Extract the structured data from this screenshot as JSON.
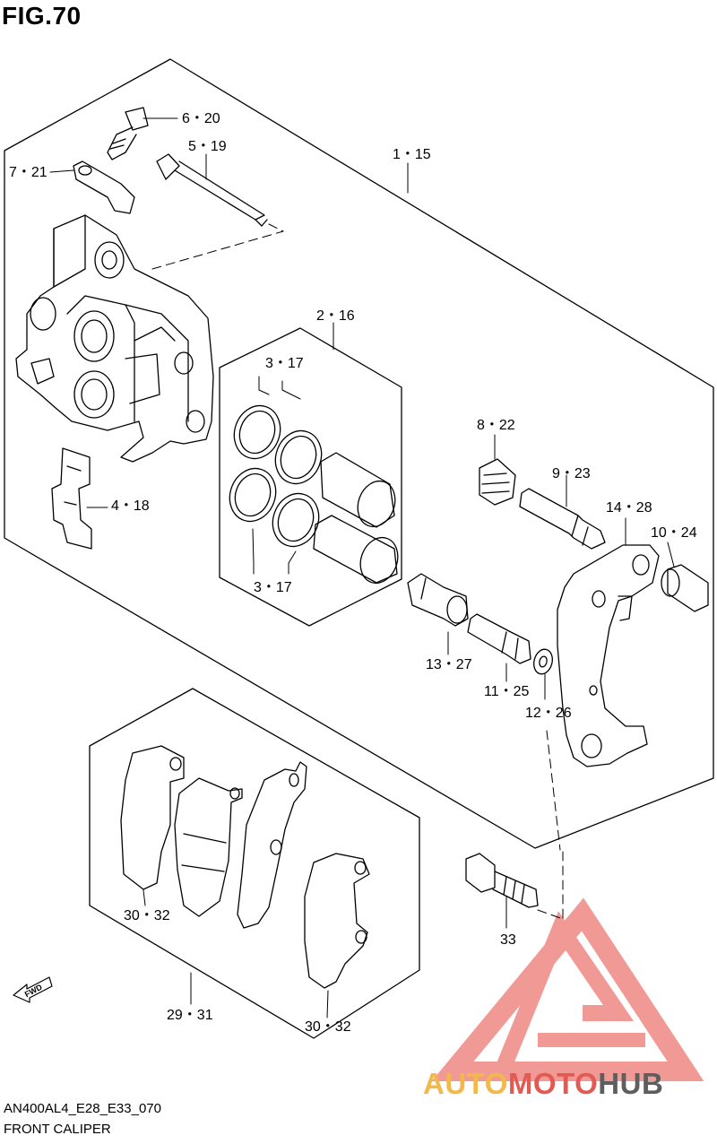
{
  "figure": {
    "title": "FIG.70"
  },
  "callouts": {
    "c6_20": "6・20",
    "c5_19": "5・19",
    "c7_21": "7・21",
    "c1_15": "1・15",
    "c2_16": "2・16",
    "c3_17a": "3・17",
    "c3_17b": "3・17",
    "c4_18": "4・18",
    "c8_22": "8・22",
    "c9_23": "9・23",
    "c14_28": "14・28",
    "c10_24": "10・24",
    "c13_27": "13・27",
    "c11_25": "11・25",
    "c12_26": "12・26",
    "c30_32a": "30・32",
    "c30_32b": "30・32",
    "c29_31": "29・31",
    "c33": "33"
  },
  "direction": {
    "label": "FWD"
  },
  "footer": {
    "model_code": "AN400AL4_E28_E33_070",
    "section_name": "FRONT CALIPER"
  },
  "watermark": {
    "part1": "AUTO",
    "part2": "MOTO",
    "part3": "HUB",
    "colors": {
      "auto": "#f3b84a",
      "moto": "#e35a55",
      "hub": "#5e5e5e",
      "logo": "#ee8883"
    }
  }
}
